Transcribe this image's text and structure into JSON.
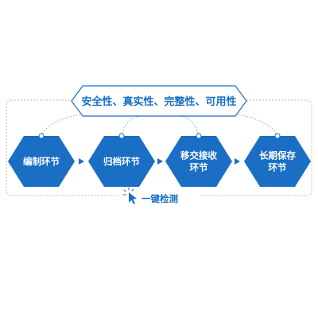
{
  "banner": {
    "text": "安全性、真实性、完整性、可用性"
  },
  "stages": [
    {
      "lines": [
        "编制环节"
      ]
    },
    {
      "lines": [
        "归档环节"
      ]
    },
    {
      "lines": [
        "移交接收",
        "环节"
      ]
    },
    {
      "lines": [
        "长期保存",
        "环节"
      ]
    }
  ],
  "check": {
    "label": "一键检测",
    "icon": "cursor-click-icon"
  },
  "colors": {
    "hex_fill": "#1a6fc4",
    "accent": "#1a6fc4",
    "frame": "#b9b9b9",
    "connector": "#7ab0dc"
  }
}
